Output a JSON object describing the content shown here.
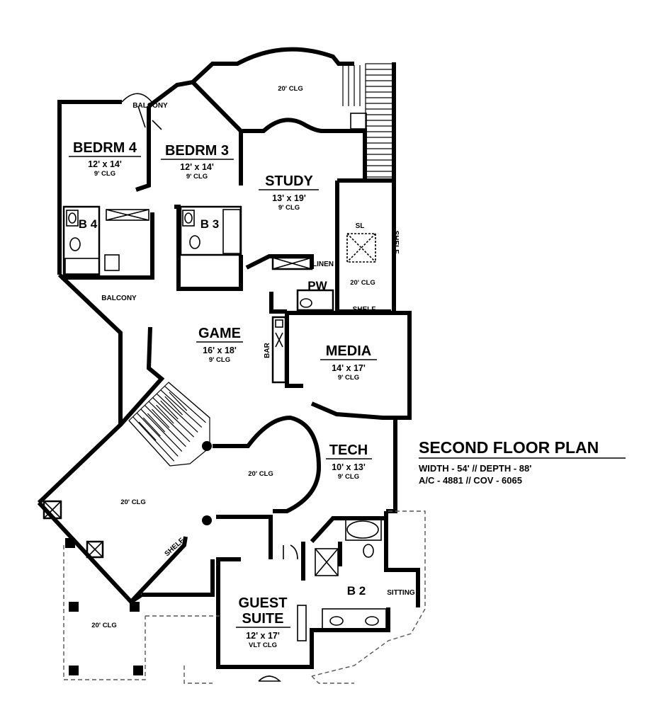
{
  "plan": {
    "title": "SECOND FLOOR PLAN",
    "specs": [
      "WIDTH - 54' // DEPTH - 88'",
      "A/C - 4881 // COV - 6065"
    ]
  },
  "rooms": {
    "bedrm4": {
      "name": "BEDRM 4",
      "size": "12' x 14'",
      "ceiling": "9' CLG"
    },
    "bedrm3": {
      "name": "BEDRM 3",
      "size": "12' x 14'",
      "ceiling": "9' CLG"
    },
    "study": {
      "name": "STUDY",
      "size": "13' x 19'",
      "ceiling": "9' CLG"
    },
    "game": {
      "name": "GAME",
      "size": "16' x 18'",
      "ceiling": "9' CLG"
    },
    "media": {
      "name": "MEDIA",
      "size": "14' x 17'",
      "ceiling": "9' CLG"
    },
    "tech": {
      "name": "TECH",
      "size": "10' x 13'",
      "ceiling": "9' CLG"
    },
    "guest_suite": {
      "name_line1": "GUEST",
      "name_line2": "SUITE",
      "size": "12' x 17'",
      "ceiling": "VLT CLG"
    }
  },
  "labels": {
    "b4": "B 4",
    "b3": "B 3",
    "b2": "B 2",
    "pw": "PW",
    "linen": "LINEN",
    "balcony_top": "BALCONY",
    "balcony_left": "BALCONY",
    "bar": "BAR",
    "shelf_right": "SHELF",
    "shelf_bottom": "SHELF",
    "shelf_stair": "SHELF",
    "sl": "SL",
    "sitting": "SITTING",
    "clg_top": "20' CLG",
    "clg_storage": "20' CLG",
    "clg_center": "20' CLG",
    "clg_left": "20' CLG",
    "clg_porch": "20' CLG"
  }
}
